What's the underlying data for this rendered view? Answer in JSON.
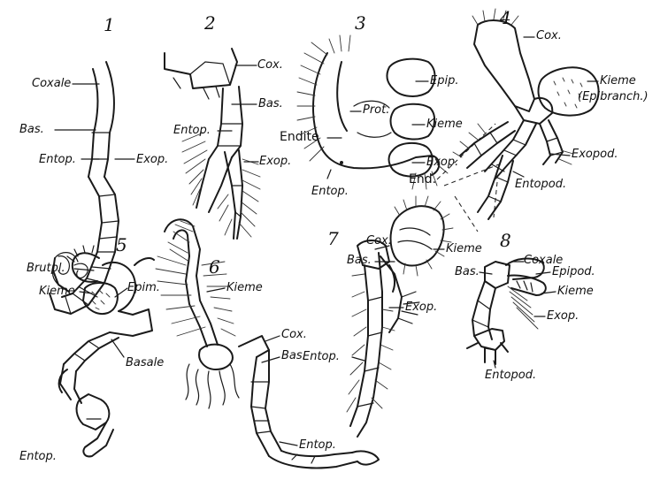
{
  "figures": [
    {
      "number": "1",
      "labels": {
        "coxale": "Coxale",
        "bas": "Bas.",
        "entop": "Entop.",
        "exop": "Exop."
      }
    },
    {
      "number": "2",
      "labels": {
        "cox": "Cox.",
        "bas": "Bas.",
        "entop": "Entop.",
        "exop": "Exop."
      }
    },
    {
      "number": "3",
      "labels": {
        "epip": "Epip.",
        "prot": "Prot.",
        "endite": "Endite",
        "kieme": "Kieme",
        "exop": "Exop.",
        "entop": "Entop."
      }
    },
    {
      "number": "4",
      "labels": {
        "cox": "Cox.",
        "kieme": "Kieme",
        "epibranch": "(Epibranch.)",
        "exopod": "Exopod.",
        "end": "End.",
        "entopod": "Entopod."
      }
    },
    {
      "number": "5",
      "labels": {
        "brutpl": "Brutpl.",
        "epim": "Epim.",
        "kieme": "Kieme",
        "basale": "Basale",
        "entop": "Entop."
      }
    },
    {
      "number": "6",
      "labels": {
        "kieme": "Kieme",
        "cox": "Cox.",
        "bas": "Bas.",
        "entop": "Entop."
      }
    },
    {
      "number": "7",
      "labels": {
        "cox": "Cox.",
        "bas": "Bas.",
        "kieme": "Kieme",
        "exop": "Exop.",
        "entop": "Entop."
      }
    },
    {
      "number": "8",
      "labels": {
        "coxale": "Coxale",
        "bas": "Bas.",
        "epipod": "Epipod.",
        "kieme": "Kieme",
        "exop": "Exop.",
        "entopod": "Entopod."
      }
    }
  ]
}
